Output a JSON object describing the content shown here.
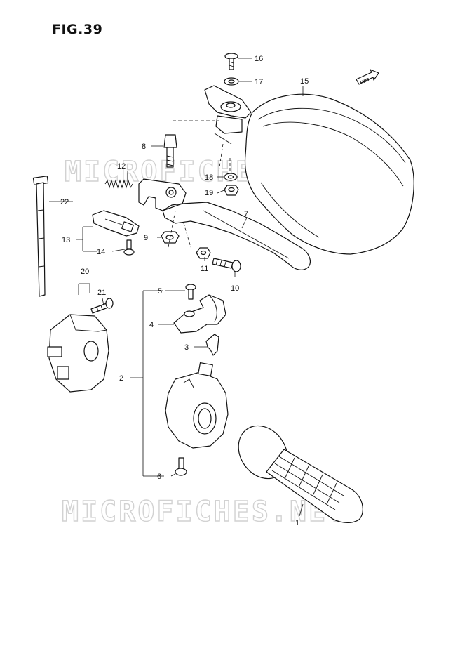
{
  "figure": {
    "title": "FIG.39"
  },
  "watermark": {
    "text": "MICROFICHES.NET"
  },
  "direction_marker": {
    "text": "FWD"
  },
  "callouts": {
    "c1": "1",
    "c2": "2",
    "c3": "3",
    "c4": "4",
    "c5": "5",
    "c6": "6",
    "c7": "7",
    "c8": "8",
    "c9": "9",
    "c10": "10",
    "c11": "11",
    "c12": "12",
    "c13": "13",
    "c14": "14",
    "c15": "15",
    "c16": "16",
    "c17": "17",
    "c18": "18",
    "c19": "19",
    "c20": "20",
    "c21": "21",
    "c22": "22"
  }
}
